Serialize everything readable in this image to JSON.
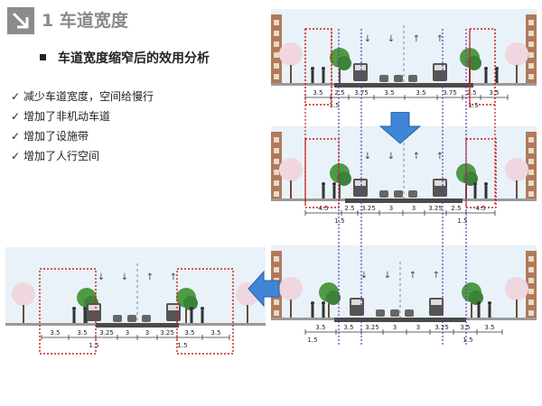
{
  "header": {
    "title": "1 车道宽度",
    "subtitle": "车道宽度缩窄后的效用分析"
  },
  "benefits": [
    "减少车道宽度，空间给慢行",
    "增加了非机动车道",
    "增加了设施带",
    "增加了人行空间"
  ],
  "panels": {
    "top": {
      "dims": [
        "3.5",
        "2.5",
        "3.75",
        "3.5",
        "3.5",
        "3.75",
        "2.5",
        "3.5"
      ],
      "sub": [
        "1.5",
        "1.5"
      ]
    },
    "middle": {
      "dims": [
        "4.5",
        "2.5",
        "3.25",
        "3",
        "3",
        "3.25",
        "2.5",
        "4.5"
      ],
      "sub": [
        "1.5",
        "1.5"
      ]
    },
    "bottom": {
      "dims": [
        "3.5",
        "3.5",
        "3.25",
        "3",
        "3",
        "3.25",
        "3.5",
        "3.5"
      ],
      "sub": [
        "1.5",
        "1.5"
      ]
    },
    "left": {
      "dims": [
        "3.5",
        "3.5",
        "3.25",
        "3",
        "3",
        "3.25",
        "3.5",
        "3.5"
      ],
      "sub": [
        "1.5",
        "1.5"
      ]
    }
  },
  "colors": {
    "sky": "#e9f2f8",
    "red_dashed": "#cc1f1f",
    "purple_dashed": "#6a36b8",
    "arrow_blue": "#3f86d6"
  }
}
